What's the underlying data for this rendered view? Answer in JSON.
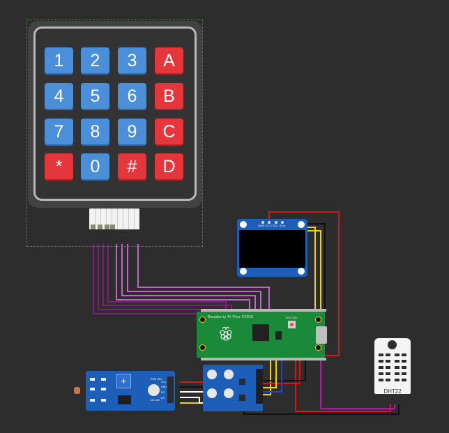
{
  "keypad": {
    "keys": [
      [
        "1",
        "2",
        "3",
        "A"
      ],
      [
        "4",
        "5",
        "6",
        "B"
      ],
      [
        "7",
        "8",
        "9",
        "C"
      ],
      [
        "*",
        "0",
        "#",
        "D"
      ]
    ]
  },
  "oled": {
    "pin_labels": "GND VCC SCL SDA"
  },
  "pico": {
    "silk_title": "Raspberry Pi Pico ©2020",
    "bootsel_label": "BOOTSEL"
  },
  "light_sensor": {
    "pin_labels": [
      "VCC",
      "GND",
      "DO",
      "AO"
    ],
    "led_labels": [
      "PWR LED",
      "DO LED"
    ]
  },
  "dht": {
    "label": "DHT22"
  },
  "wire_colors": {
    "red": "#d51717",
    "black": "#111111",
    "yellow": "#f1d700",
    "purple": "#7a1f7a",
    "violet": "#c066c8",
    "magenta": "#d000c8",
    "blue": "#2a3ec8"
  }
}
